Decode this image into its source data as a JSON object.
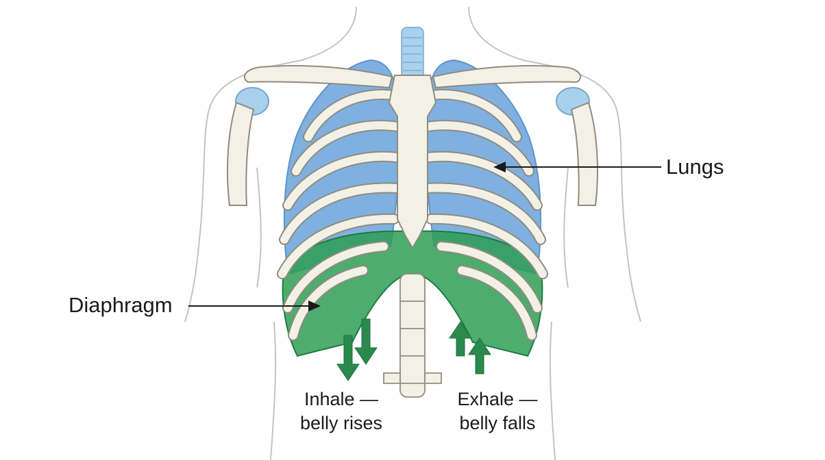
{
  "labels": {
    "lungs": "Lungs",
    "diaphragm": "Diaphragm",
    "inhale_line1": "Inhale —",
    "inhale_line2": "belly rises",
    "exhale_line1": "Exhale —",
    "exhale_line2": "belly falls"
  },
  "colors": {
    "lung": "#7fb0df",
    "lung_dark": "#5e93c9",
    "diaphragm": "#2e9d55",
    "bone": "#f3f0e6",
    "bone_outline": "#8f8b7f",
    "trachea": "#a9d0ec",
    "outline": "#b8b8b8",
    "arrow": "#2a8a4e",
    "text": "#1a1a1a"
  },
  "icons": [
    "down-arrow-icon",
    "up-arrow-icon"
  ]
}
